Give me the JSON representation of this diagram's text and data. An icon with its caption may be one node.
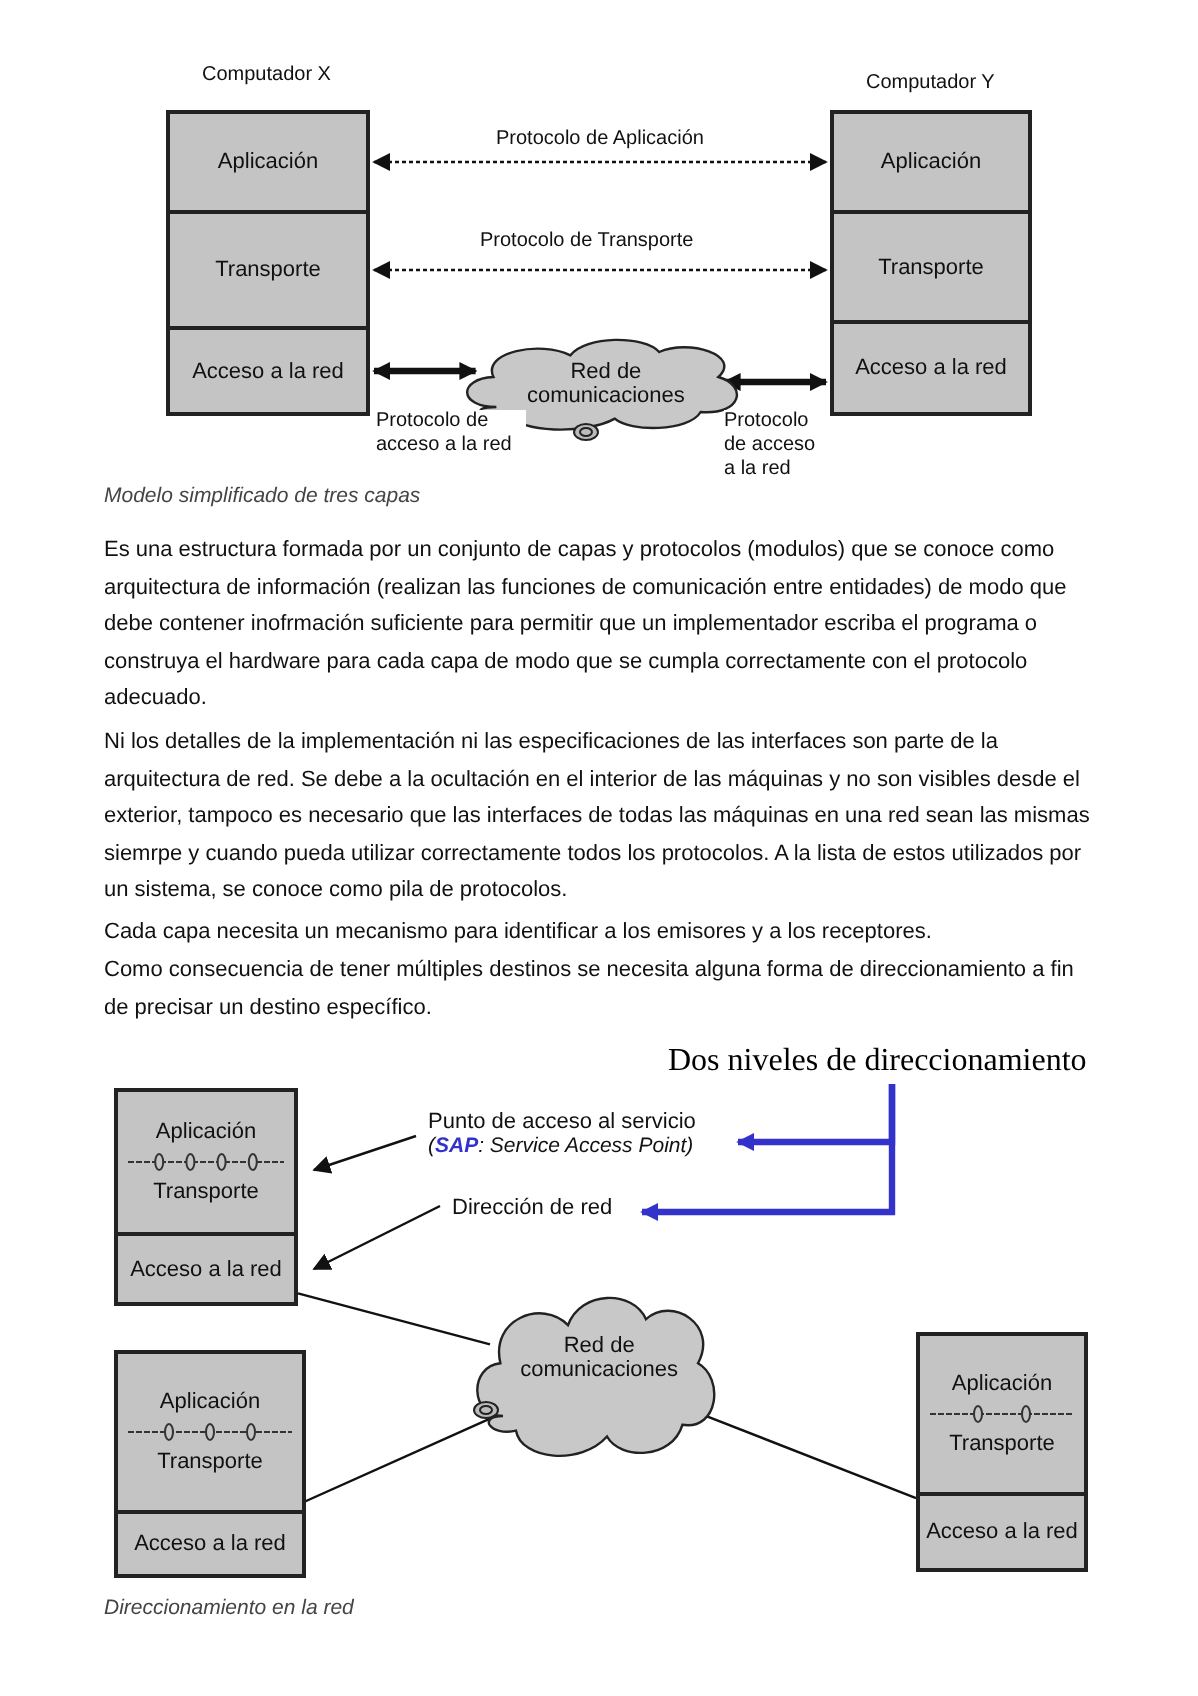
{
  "diagram": {
    "nodes": [
      {
        "text": [
          "Computador X"
        ]
      },
      {
        "text": [
          "Aplicación"
        ],
        "in": 0
      },
      {
        "text": [
          "Transporte"
        ],
        "in": 0
      },
      {
        "text": [
          "Acceso a la red"
        ],
        "in": 0
      },
      {
        "text": [
          "Computador Y"
        ]
      },
      {
        "text": [
          "Aplicación"
        ],
        "in": 4
      },
      {
        "text": [
          "Transporte"
        ],
        "in": 4
      },
      {
        "text": [
          "Acceso a la red"
        ],
        "in": 4
      },
      {
        "text": [
          "Red de comunicaciones"
        ]
      },
      {
        "text": [
          "Dos niveles de direccionamiento"
        ]
      },
      {
        "text": [
          "Punto de acceso al servicio",
          "(**SAP**: Service Access Point)"
        ]
      },
      {
        "text": [
          "Dirección de red"
        ]
      },
      {
        "text": [
          "Aplicación",
          "Transporte"
        ]
      },
      {
        "text": [
          "Acceso a la red"
        ]
      },
      {
        "text": [
          "Red de comunicaciones"
        ]
      },
      {
        "text": [
          "Aplicación",
          "Transporte"
        ]
      },
      {
        "text": [
          "Acceso a la red"
        ]
      },
      {
        "text": [
          "Aplicación",
          "Transporte"
        ]
      },
      {
        "text": [
          "Acceso a la red"
        ]
      }
    ],
    "edges": [
      {
        "from": 1,
        "to": 5,
        "arrow": "both",
        "style": "dashed",
        "label": "Protocolo de Aplicación"
      },
      {
        "from": 2,
        "to": 6,
        "arrow": "both",
        "style": "dashed",
        "label": "Protocolo de Transporte"
      },
      {
        "from": 3,
        "to": 8,
        "arrow": "both",
        "style": "thick",
        "label": "Protocolo de acceso a la red"
      },
      {
        "from": 8,
        "to": 7,
        "arrow": "both",
        "style": "thick",
        "label": "Protocolo de acceso a la red"
      },
      {
        "from": 9,
        "to": 10,
        "arrow": "to",
        "style": "thick",
        "color": "#3333cc"
      },
      {
        "from": 9,
        "to": 11,
        "arrow": "to",
        "style": "thick",
        "color": "#3333cc"
      },
      {
        "from": 10,
        "to": 12,
        "arrow": "to"
      },
      {
        "from": 11,
        "to": 13,
        "arrow": "to"
      },
      {
        "from": 13,
        "to": 14,
        "arrow": "none"
      },
      {
        "from": 16,
        "to": 14,
        "arrow": "none"
      },
      {
        "from": 18,
        "to": 14,
        "arrow": "none"
      }
    ],
    "labels": [
      "Modelo simplificado de tres capas",
      "Es una estructura formada por un conjunto de capas y protocolos (modulos) que se conoce como arquitectura de información (realizan las funciones de comunicación entre entidades) de modo que debe contener inofrmación suficiente para permitir que un implementador escriba el programa o construya el hardware para cada capa de modo que se cumpla correctamente con el protocolo adecuado.",
      "Ni los detalles de la implementación ni las especificaciones de las interfaces son parte de la arquitectura de red. Se debe a la ocultación en el interior de las máquinas y no son visibles desde el exterior, tampoco es necesario que las interfaces de todas las máquinas en una red sean las mismas siemrpe y cuando pueda utilizar correctamente todos los protocolos. A la lista de estos utilizados por un sistema, se conoce como pila de protocolos.",
      "Cada capa necesita un mecanismo para identificar a los emisores y a los receptores.",
      "Como consecuencia de tener múltiples destinos se necesita alguna forma de direccionamiento a fin de precisar un destino específico.",
      "Direccionamiento en la red"
    ]
  }
}
